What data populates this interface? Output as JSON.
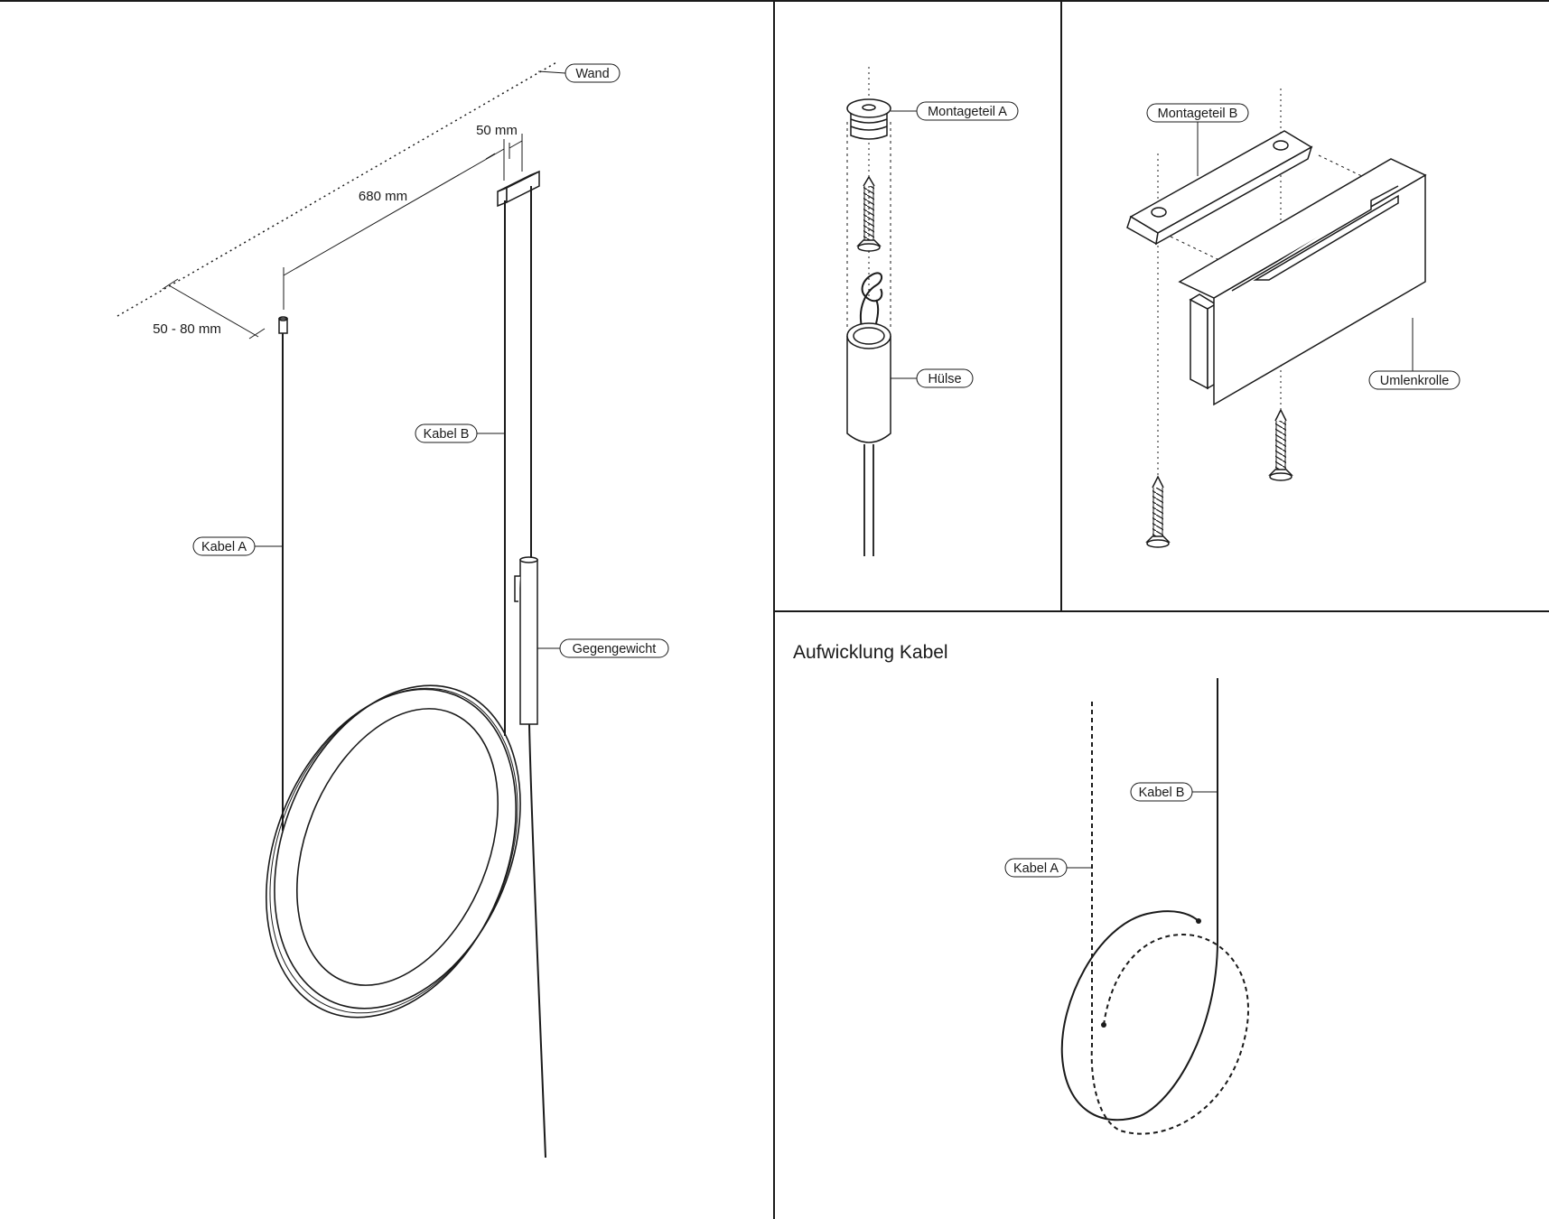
{
  "main_assembly": {
    "wall_label": "Wand",
    "dim_width": "50 mm",
    "dim_length": "680 mm",
    "dim_offset": "50 - 80 mm",
    "cable_b_label": "Kabel B",
    "cable_a_label": "Kabel A",
    "counterweight_label": "Gegengewicht"
  },
  "detail_mount_a": {
    "mount_label": "Montageteil A",
    "sleeve_label": "Hülse"
  },
  "detail_mount_b": {
    "mount_label": "Montageteil B",
    "pulley_label": "Umlenkrolle"
  },
  "cable_winding": {
    "title": "Aufwicklung Kabel",
    "cable_b_label": "Kabel B",
    "cable_a_label": "Kabel A"
  },
  "colors": {
    "line": "#1a1a1a",
    "background": "#ffffff"
  }
}
